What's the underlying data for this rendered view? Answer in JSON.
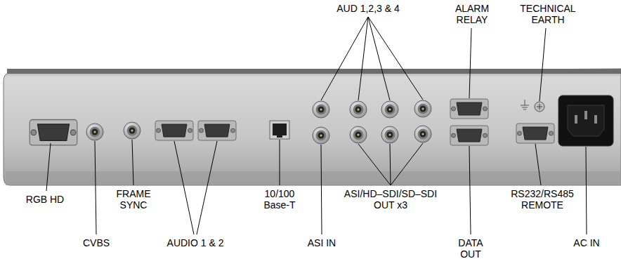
{
  "diagram": {
    "labels": [
      "AUD 1,2,3 & 4",
      "ALARM RELAY",
      "TECHNICAL EARTH",
      "RGB HD",
      "FRAME SYNC",
      "10/100 Base-T",
      "ASI/HD–SDI/SD–SDI OUT x3",
      "RS232/RS485 REMOTE",
      "CVBS",
      "AUDIO 1 & 2",
      "ASI IN",
      "DATA OUT",
      "AC IN"
    ]
  }
}
